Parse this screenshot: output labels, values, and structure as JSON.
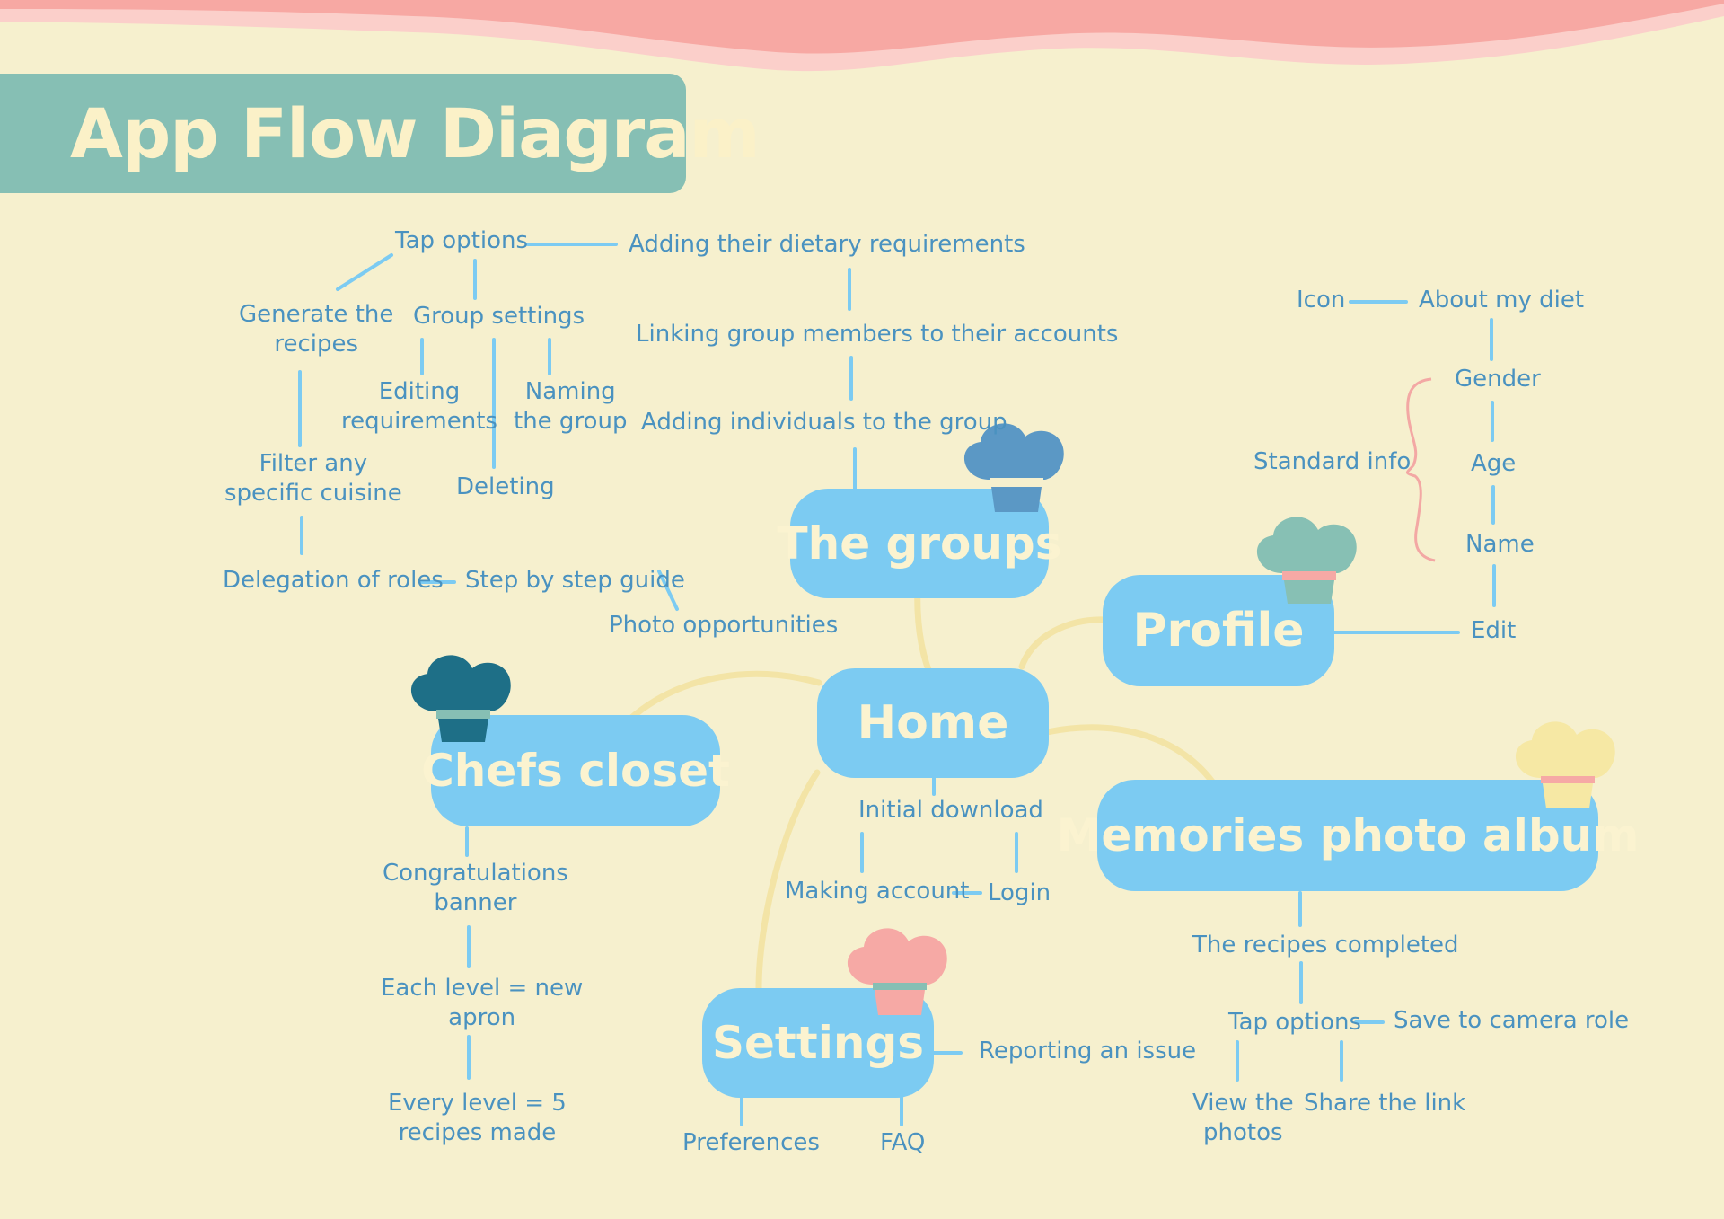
{
  "title": "App Flow Diagram",
  "colors": {
    "background": "#f6f0ce",
    "title_box": "#86bfb4",
    "node_fill": "#7ccbf2",
    "node_text": "#fbf3d0",
    "label_text": "#4a92c0",
    "connector": "#7ccbf2",
    "curve": "#f3e4a6",
    "brace": "#f3a8a4",
    "wave": "#f7a8a3"
  },
  "nodes": {
    "home": "Home",
    "groups": "The groups",
    "profile": "Profile",
    "chefs": "Chefs closet",
    "memories": "Memories photo album",
    "settings": "Settings"
  },
  "icons": {
    "groups": "chef-hat-icon",
    "profile": "chef-hat-icon",
    "chefs": "chef-hat-icon",
    "memories": "chef-hat-icon",
    "settings": "chef-hat-icon"
  },
  "labels": {
    "tap_options_top": "Tap options",
    "adding_dietary": "Adding their dietary requirements",
    "generate_recipes": "Generate the\nrecipes",
    "group_settings": "Group settings",
    "linking_members": "Linking group members to their accounts",
    "editing_requirements": "Editing\nrequirements",
    "naming_group": "Naming\nthe group",
    "adding_individuals": "Adding individuals to the group",
    "filter_cuisine": "Filter any\nspecific cuisine",
    "deleting": "Deleting",
    "delegation_roles": "Delegation of roles",
    "step_guide": "Step by step guide",
    "photo_opportunities": "Photo opportunities",
    "icon": "Icon",
    "about_diet": "About my diet",
    "gender": "Gender",
    "standard_info": "Standard info",
    "age": "Age",
    "name": "Name",
    "edit": "Edit",
    "initial_download": "Initial download",
    "making_account": "Making account",
    "login": "Login",
    "congrats_banner": "Congratulations\nbanner",
    "each_level": "Each level = new\napron",
    "every_level": "Every level = 5\nrecipes made",
    "recipes_completed": "The recipes completed",
    "tap_options_mem": "Tap options",
    "save_camera": "Save to camera role",
    "view_photos": "View the\nphotos",
    "share_link": "Share the link",
    "reporting_issue": "Reporting an issue",
    "preferences": "Preferences",
    "faq": "FAQ"
  }
}
